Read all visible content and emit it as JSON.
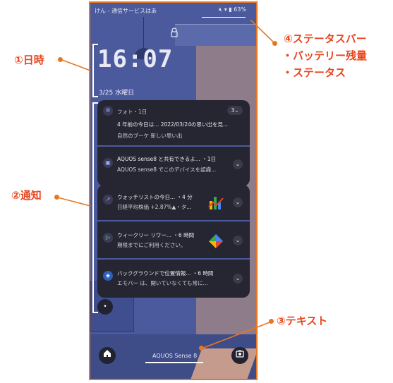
{
  "status_bar": {
    "carrier": "けん - 通信サービスはあ",
    "battery": "63%",
    "icons": [
      "mute-icon",
      "wifi-icon",
      "battery-icon"
    ]
  },
  "lock_screen": {
    "time": "16:07",
    "date": "3/25 水曜日"
  },
  "notifications": [
    {
      "app_line": "フォト・1日",
      "badge": "3",
      "title": "4 年前の今日は... 2022/03/24の思い出を見...",
      "body": "自然のブーケ 新しい思い出",
      "icon": "photos-pinwheel-icon"
    },
    {
      "app_line": "AQUOS sense8 と共有できるよ... ・1日",
      "title": "AQUOS sense8 でこのデバイスを認識...",
      "icon": "device-share-icon"
    },
    {
      "app_line": "ウォッチリストの今日... ・4 分",
      "title": "日経平均株価 +2.87%▲・タ...",
      "icon": "finance-trend-icon"
    },
    {
      "app_line": "ウィークリー リワー... ・6 時間",
      "title": "期限までにご利用ください。",
      "icon": "play-store-icon"
    },
    {
      "app_line": "バックグラウンドで位置情報... ・6 時間",
      "title": "エモバー は、開いていなくても常に...",
      "icon": "shield-location-icon"
    }
  ],
  "bottom": {
    "device_label": "AQUOS Sense 8"
  },
  "annotations": {
    "datetime": "①日時",
    "notifications": "②通知",
    "text": "③テキスト",
    "status_bar": "④ステータスバー",
    "battery_level": "・バッテリー残量",
    "status": "・ステータス"
  },
  "colors": {
    "accent": "#e87722",
    "annotation_text": "#e8461e",
    "card": "#262632",
    "wallpaper": "#4a5a9c"
  }
}
